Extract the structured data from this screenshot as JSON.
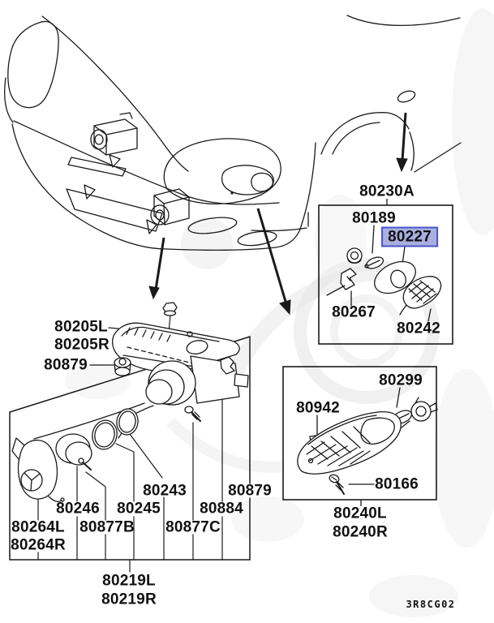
{
  "diagram_code": "3R8CG02",
  "colors": {
    "line": "#1a1a1a",
    "highlight_fill": "#a9b0e0",
    "highlight_border": "#4a55c8",
    "watermark": "#e7e7e7"
  },
  "labels": [
    {
      "text": "80230A"
    },
    {
      "text": "80189"
    },
    {
      "text": "80227",
      "highlighted": true
    },
    {
      "text": "80267"
    },
    {
      "text": "80242"
    },
    {
      "text": "80299"
    },
    {
      "text": "80942"
    },
    {
      "text": "80166"
    },
    {
      "text": "80240L"
    },
    {
      "text": "80240R"
    },
    {
      "text": "80205L"
    },
    {
      "text": "80205R"
    },
    {
      "text": "80879"
    },
    {
      "text": "80243"
    },
    {
      "text": "80879"
    },
    {
      "text": "80246"
    },
    {
      "text": "80245"
    },
    {
      "text": "80884"
    },
    {
      "text": "80264L"
    },
    {
      "text": "80877B"
    },
    {
      "text": "80877C"
    },
    {
      "text": "80264R"
    },
    {
      "text": "80219L"
    },
    {
      "text": "80219R"
    }
  ]
}
